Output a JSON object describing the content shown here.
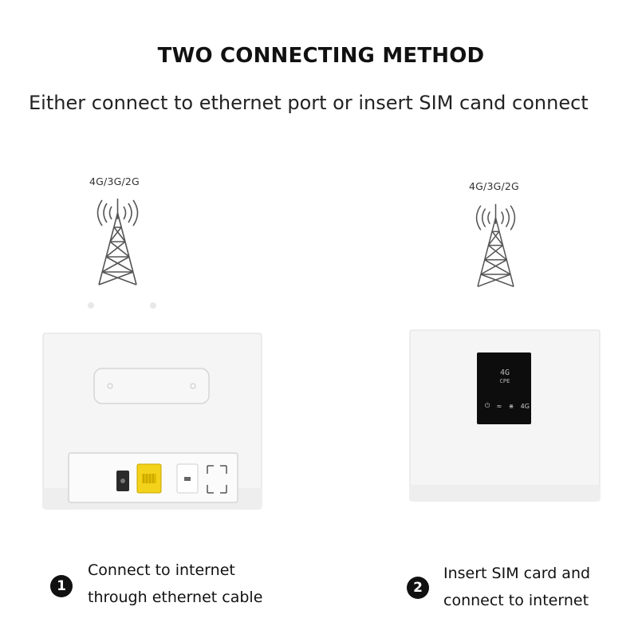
{
  "heading": {
    "title": "TWO CONNECTING METHOD",
    "subtitle": "Either connect to ethernet port or insert SIM cand connect"
  },
  "left": {
    "tower_label": "4G/3G/2G",
    "badge": "1",
    "caption_line1": "Connect to internet",
    "caption_line2": "through ethernet cable"
  },
  "right": {
    "tower_label": "4G/3G/2G",
    "badge": "2",
    "caption_line1": "Insert SIM card and",
    "caption_line2": "connect to internet",
    "screen_line1": "4G",
    "screen_line2": "CPE",
    "screen_status": "4G"
  },
  "colors": {
    "device_body": "#f4f4f4",
    "device_edge": "#d9d9d9",
    "ethernet_port": "#f2d21a",
    "screen": "#0d0d0d"
  },
  "icons": [
    "cell-tower-icon",
    "signal-waves-icon",
    "power-icon",
    "wifi-icon",
    "lan-icon"
  ]
}
